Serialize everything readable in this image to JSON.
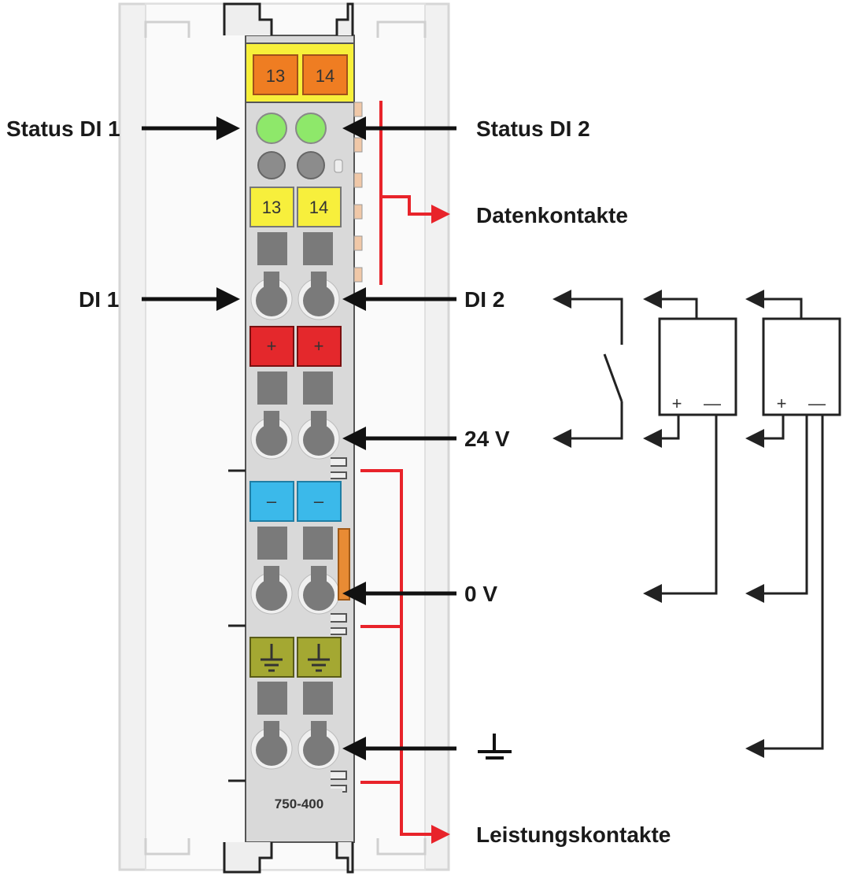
{
  "labels": {
    "status_di1": "Status DI 1",
    "status_di2": "Status DI 2",
    "datenkontakte": "Datenkontakte",
    "di1": "DI 1",
    "di2": "DI 2",
    "v24": "24 V",
    "v0": "0 V",
    "leistungskontakte": "Leistungskontakte"
  },
  "terminals": {
    "top_left": "13",
    "top_right": "14",
    "mid_left": "13",
    "mid_right": "14",
    "red_left": "+",
    "red_right": "+",
    "blue_left": "–",
    "blue_right": "–"
  },
  "model_number": "750-400",
  "sensor_polarity": {
    "plus": "+",
    "minus": "—"
  },
  "colors": {
    "orange": "#ef7d22",
    "yellow_frame": "#f7f03a",
    "led_green": "#8ee86a",
    "yellow_terminal": "#f7ef3c",
    "red_terminal": "#e4282c",
    "blue_terminal": "#3bb9ea",
    "ground_terminal": "#a4a832",
    "module_body": "#d9d9d9",
    "rail": "#e6e6e6",
    "accent_red": "#e8232a"
  }
}
